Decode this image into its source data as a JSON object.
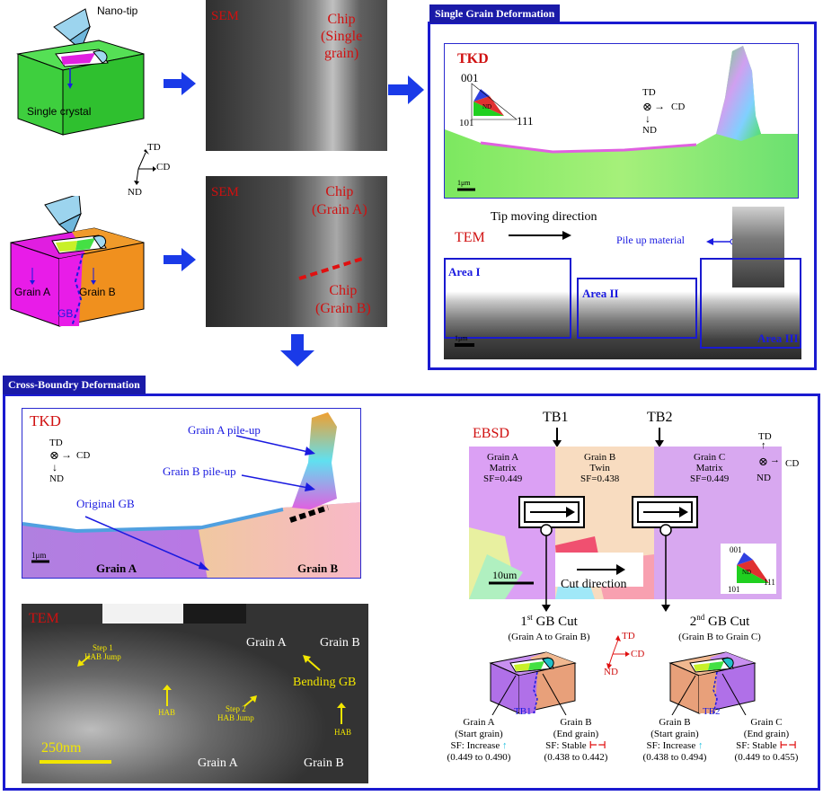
{
  "top_left": {
    "nano_tip": "Nano-tip",
    "single_crystal": "Single crystal",
    "grain_a": "Grain A",
    "grain_b": "Grain B",
    "gb": "GB",
    "axes": {
      "td": "TD",
      "cd": "CD",
      "nd": "ND"
    }
  },
  "sem1": {
    "tag": "SEM",
    "chip": "Chip",
    "chip_sub": "(Single",
    "chip_sub2": "grain)"
  },
  "sem2": {
    "tag": "SEM",
    "chip_a": "Chip",
    "chip_a_sub": "(Grain A)",
    "chip_b": "Chip",
    "chip_b_sub": "(Grain B)"
  },
  "single_grain": {
    "title": "Single Grain Deformation",
    "tkd": "TKD",
    "ipf": {
      "a": "001",
      "b": "101",
      "c": "111",
      "nd": "ND"
    },
    "axes": {
      "td": "TD",
      "cd": "CD",
      "nd": "ND"
    },
    "scale": "1μm",
    "tip_moving": "Tip moving direction",
    "tem": "TEM",
    "pile_up": "Pile up material",
    "area1": "Area I",
    "area2": "Area II",
    "area3": "Area III",
    "scale2": "1μm"
  },
  "cross": {
    "title": "Cross-Boundry Deformation",
    "tkd": "TKD",
    "axes": {
      "td": "TD",
      "cd": "CD",
      "nd": "ND"
    },
    "grain_a_pile": "Grain A pile-up",
    "grain_b_pile": "Grain B pile-up",
    "original_gb": "Original GB",
    "scale": "1μm",
    "grain_a": "Grain A",
    "grain_b": "Grain B",
    "tem": "TEM",
    "step1": "Step 1",
    "hab_jump1": "HAB Jump",
    "hab1": "HAB",
    "step2": "Step 2",
    "hab_jump2": "HAB Jump",
    "tem_grain_a_top": "Grain A",
    "tem_grain_b_top": "Grain B",
    "bending_gb": "Bending GB",
    "hab2": "HAB",
    "scale_tem": "250nm",
    "tem_grain_a_bot": "Grain A",
    "tem_grain_b_bot": "Grain B"
  },
  "ebsd": {
    "tb1": "TB1",
    "tb2": "TB2",
    "tag": "EBSD",
    "ga": {
      "l1": "Grain A",
      "l2": "Matrix",
      "l3": "SF=0.449"
    },
    "gb": {
      "l1": "Grain B",
      "l2": "Twin",
      "l3": "SF=0.438"
    },
    "gc": {
      "l1": "Grain C",
      "l2": "Matrix",
      "l3": "SF=0.449"
    },
    "axes": {
      "td": "TD",
      "cd": "CD",
      "nd": "ND"
    },
    "scale": "10um",
    "cut_dir": "Cut direction",
    "ipf": {
      "a": "001",
      "b": "101",
      "c": "111",
      "nd": "ND"
    },
    "cut1": {
      "title_pre": "1",
      "title_sup": "st",
      "title_post": " GB Cut",
      "sub": "(Grain A to Grain B)"
    },
    "cut2": {
      "title_pre": "2",
      "title_sup": "nd",
      "title_post": " GB Cut",
      "sub": "(Grain B to Grain C)"
    },
    "axes2": {
      "td": "TD",
      "cd": "CD",
      "nd": "ND"
    },
    "tb1_small": "TB1",
    "tb2_small": "TB2",
    "c1a": {
      "name": "Grain A",
      "role": "(Start grain)",
      "sf": "SF: Increase",
      "range": "(0.449 to 0.490)"
    },
    "c1b": {
      "name": "Grain B",
      "role": "(End grain)",
      "sf": "SF: Stable",
      "range": "(0.438 to 0.442)"
    },
    "c2a": {
      "name": "Grain B",
      "role": "(Start grain)",
      "sf": "SF: Increase",
      "range": "(0.438 to 0.494)"
    },
    "c2b": {
      "name": "Grain C",
      "role": "(End grain)",
      "sf": "SF: Stable",
      "range": "(0.449 to 0.455)"
    }
  },
  "colors": {
    "frame": "#1a1ad0",
    "title_bg": "#1a1aa8",
    "label_red": "#d01010",
    "label_blue": "#1a1ae0",
    "tem_yellow": "#f2e600"
  }
}
